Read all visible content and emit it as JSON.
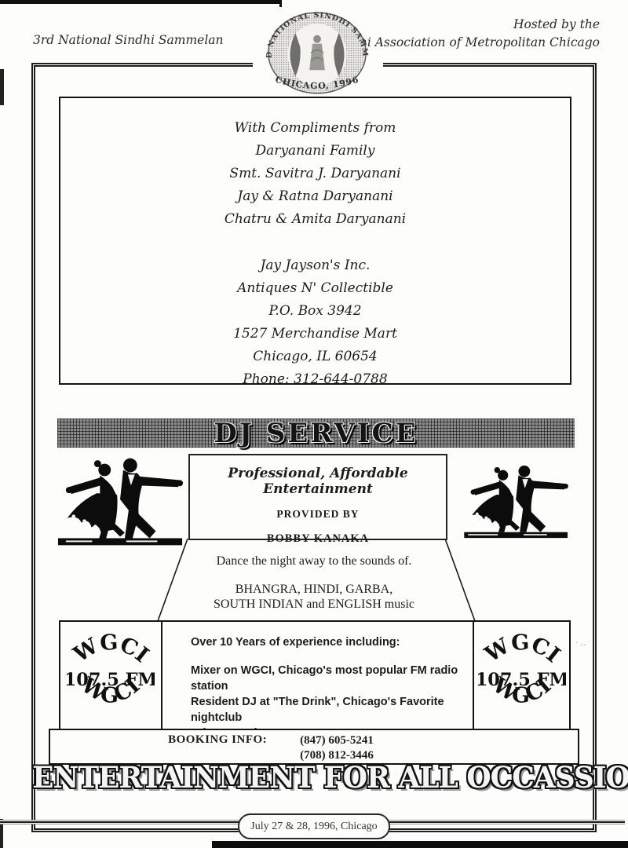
{
  "colors": {
    "ink": "#1a1a1a",
    "paper": "#fdfdfb"
  },
  "header": {
    "left": "3rd National Sindhi Sammelan",
    "right_line1": "Hosted by the",
    "right_line2": "Sindhi Association of Metropolitan Chicago",
    "logo": {
      "arc_text": "THIRD NATIONAL SINDHI SAMMELAN",
      "bottom_text": "CHICAGO, 1996"
    }
  },
  "compliments": {
    "group1": [
      "With Compliments from",
      "Daryanani Family",
      "Smt. Savitra  J. Daryanani",
      "Jay & Ratna Daryanani",
      "Chatru & Amita Daryanani"
    ],
    "group2": [
      "Jay Jayson's Inc.",
      "Antiques N' Collectible",
      "P.O. Box 3942",
      "1527 Merchandise Mart",
      "Chicago, IL  60654",
      "Phone: 312-644-0788"
    ]
  },
  "dj_ad": {
    "banner": "DJ SERVICE",
    "tagline": "Professional, Affordable Entertainment",
    "provided_by": "PROVIDED BY",
    "provider": "BOBBY KANAKA",
    "dance_line": "Dance the night away to the sounds of.",
    "music_line1": "BHANGRA, HINDI, GARBA,",
    "music_line2": "SOUTH INDIAN and ENGLISH music",
    "experience_title": "Over 10 Years of experience including:",
    "experience_items": [
      "Mixer on WGCI, Chicago's most popular FM radio station",
      "Resident DJ at \"The Drink\", Chicago's Favorite nightclub",
      "Private Parties"
    ],
    "wgci": {
      "top": "WGCI",
      "freq": "107.5 FM",
      "bottom": "WGCI"
    },
    "booking_label": "BOOKING INFO:",
    "booking_phone1": "(847) 605-5241",
    "booking_phone2": "(708) 812-3446",
    "footer_banner": "ENTERTAINMENT FOR ALL OCCASSIONS"
  },
  "footer": {
    "date_pill": "July 27 & 28, 1996, Chicago"
  }
}
